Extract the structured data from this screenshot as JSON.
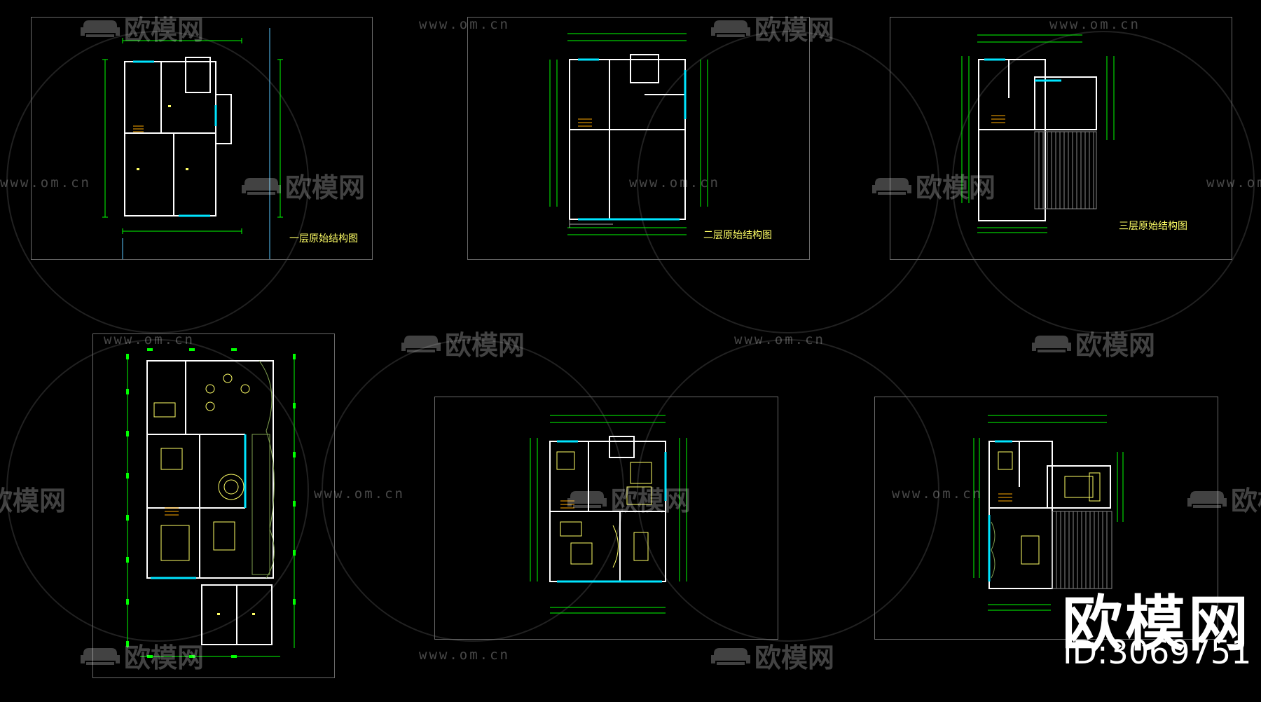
{
  "plans": [
    {
      "id": "plan-1f-original",
      "title": "一层原始结构图"
    },
    {
      "id": "plan-2f-original",
      "title": "二层原始结构图"
    },
    {
      "id": "plan-3f-original",
      "title": "三层原始结构图"
    },
    {
      "id": "plan-1f-layout",
      "title": ""
    },
    {
      "id": "plan-2f-layout",
      "title": ""
    },
    {
      "id": "plan-3f-layout",
      "title": ""
    }
  ],
  "watermark": {
    "url_text": "www.om.cn",
    "brand_text": "欧模网",
    "brand_large": "欧模网",
    "id_text": "ID:3069751",
    "sofa_icon": "sofa-icon"
  },
  "colors": {
    "background": "#000000",
    "wall": "#ffffff",
    "dimension": "#00ff00",
    "furniture": "#ffff66",
    "window": "#00e5ff",
    "panel_border": "#6a6a6a"
  }
}
